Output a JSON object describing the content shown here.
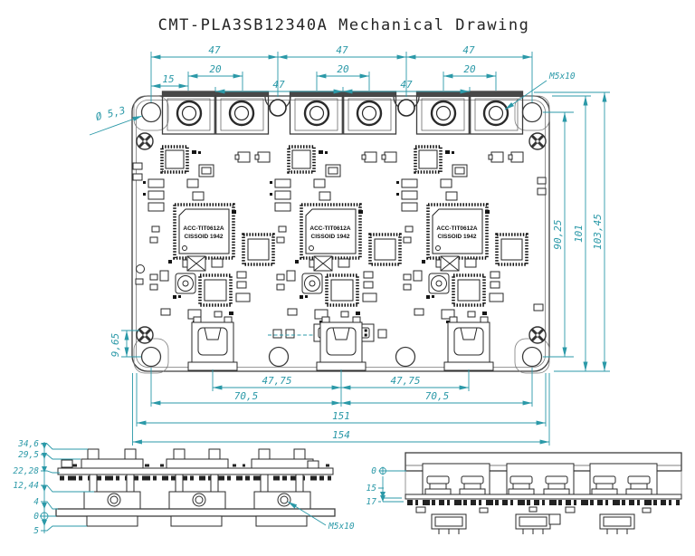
{
  "title": "CMT-PLA3SB12340A Mechanical Drawing",
  "colors": {
    "dimension": "#2B99A8",
    "outline": "#3C3C3C",
    "component": "#1A1A1A"
  },
  "chip": {
    "line1": "ACC-TIT0612A",
    "line2": "CISSOID 1942"
  },
  "top_view": {
    "dims": {
      "pitch_47": "47",
      "pair_20": "20",
      "edge_15": "15",
      "terminal_thread": "M5x10",
      "mount_hole_dia": "Ø 5,3",
      "pcb_offset": "9,65",
      "height_hole_span": "90,25",
      "height_body": "101",
      "height_overall": "103,45",
      "conn_pitch": "47,75",
      "conn_span": "70,5",
      "length_inner": "151",
      "length_overall": "154"
    }
  },
  "front_view": {
    "levels": [
      "34,6",
      "29,5",
      "22,28",
      "12,44",
      "4",
      "0",
      "5"
    ],
    "screw": "M5x10"
  },
  "rear_view": {
    "levels": [
      "0",
      "15",
      "17"
    ]
  }
}
